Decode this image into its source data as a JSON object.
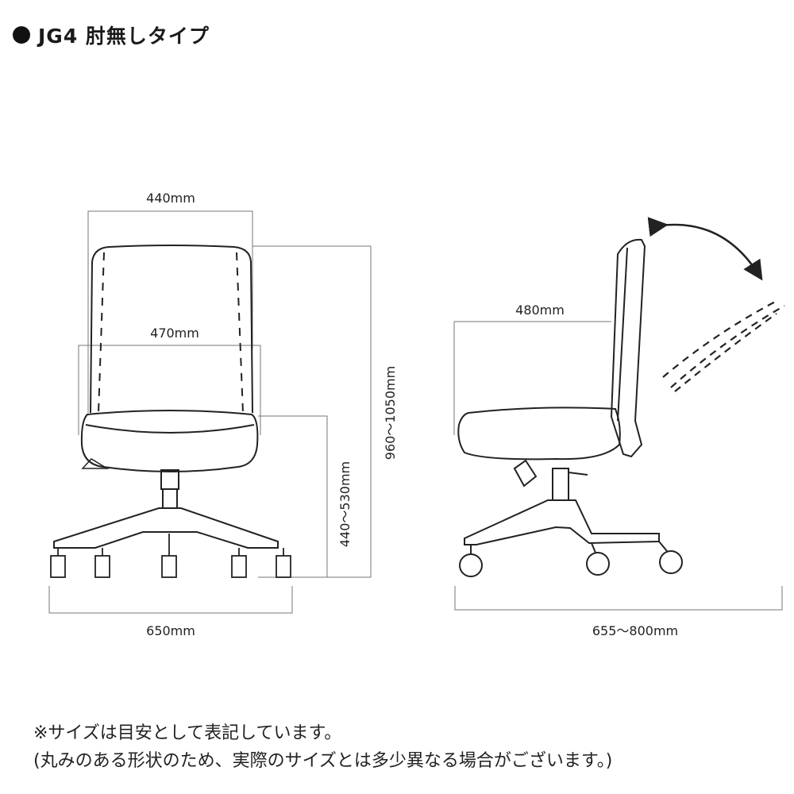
{
  "title": {
    "bullet": "●",
    "text": "JG4 肘無しタイプ"
  },
  "front_view": {
    "backrest_width": "440mm",
    "seat_width": "470mm",
    "total_height": "960～1050mm",
    "seat_height": "440～530mm",
    "base_width": "650mm"
  },
  "side_view": {
    "seat_depth": "480mm",
    "total_depth": "655～800mm",
    "recline_arrow": "double-arrow-icon"
  },
  "notes": [
    "※サイズは目安として表記しています。",
    "(丸みのある形状のため、実際のサイズとは多少異なる場合がございます。)"
  ]
}
